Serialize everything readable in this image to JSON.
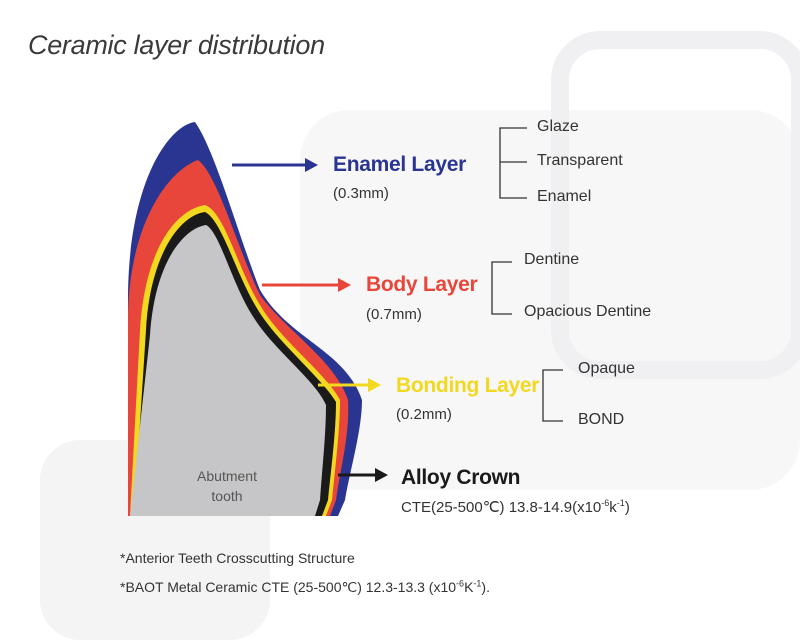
{
  "title": "Ceramic layer distribution",
  "colors": {
    "enamel": "#2a3592",
    "body": "#e8463a",
    "bonding": "#f3d820",
    "alloy": "#1a1a1a",
    "abutment": "#c6c6c8"
  },
  "abutment": {
    "line1": "Abutment",
    "line2": "tooth"
  },
  "layers": [
    {
      "name": "Enamel Layer",
      "thickness": "(0.3mm)",
      "subs": [
        "Glaze",
        "Transparent",
        "Enamel"
      ]
    },
    {
      "name": "Body Layer",
      "thickness": "(0.7mm)",
      "subs": [
        "Dentine",
        "Opacious Dentine"
      ]
    },
    {
      "name": "Bonding Layer",
      "thickness": "(0.2mm)",
      "subs": [
        "Opaque",
        "BOND"
      ]
    },
    {
      "name": "Alloy Crown",
      "cte_prefix": "CTE(25-500℃) 13.8-14.9(x10",
      "cte_exp1": "-6",
      "cte_mid": "k",
      "cte_exp2": "-1",
      "cte_suffix": ")"
    }
  ],
  "notes": {
    "line1": "*Anterior Teeth Crosscutting Structure",
    "line2_prefix": "*BAOT Metal Ceramic CTE (25-500℃) 12.3-13.3 (x10",
    "line2_exp1": "-6",
    "line2_mid": "K",
    "line2_exp2": "-1",
    "line2_suffix": ")."
  }
}
